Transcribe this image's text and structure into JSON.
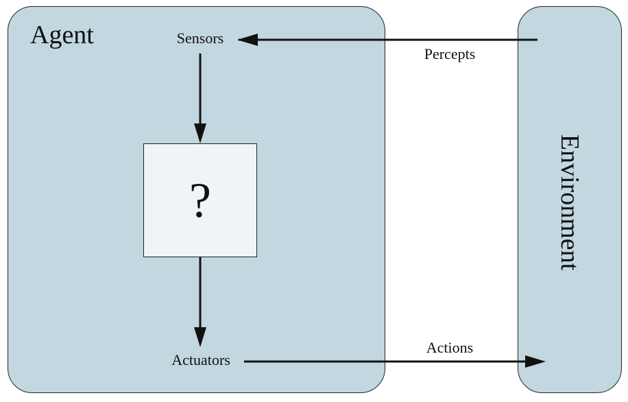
{
  "agent": {
    "title": "Agent",
    "sensors_label": "Sensors",
    "actuators_label": "Actuators",
    "box_symbol": "?"
  },
  "environment": {
    "title": "Environment"
  },
  "edges": {
    "percepts_label": "Percepts",
    "actions_label": "Actions"
  },
  "colors": {
    "box_fill": "#c2d7df",
    "inner_box_fill": "#eef4f7",
    "stroke": "#222222"
  }
}
